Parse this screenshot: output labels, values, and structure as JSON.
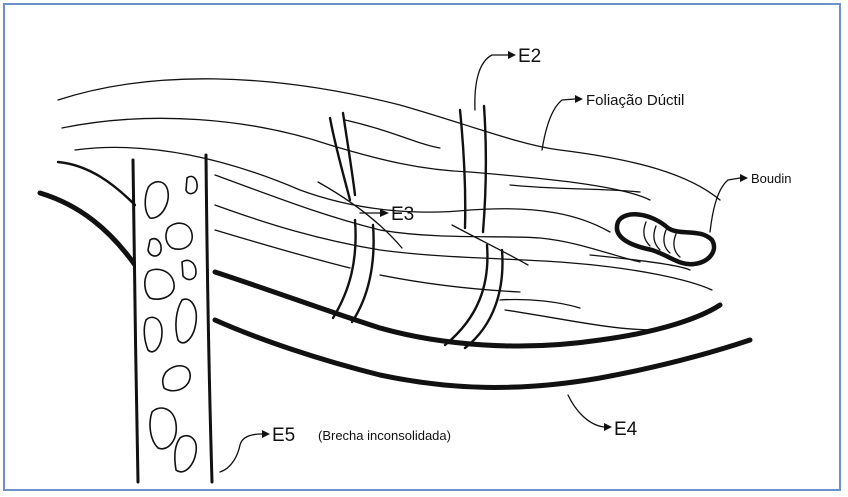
{
  "diagram": {
    "labels": {
      "e2": "E2",
      "foliacao": "Foliação Dúctil",
      "boudin": "Boudin",
      "e3": "E3",
      "e5": "E5",
      "e5_note": "(Brecha inconsolidada)",
      "e4": "E4"
    },
    "colors": {
      "frame": "#6f8fc7",
      "ink": "#111111"
    }
  }
}
